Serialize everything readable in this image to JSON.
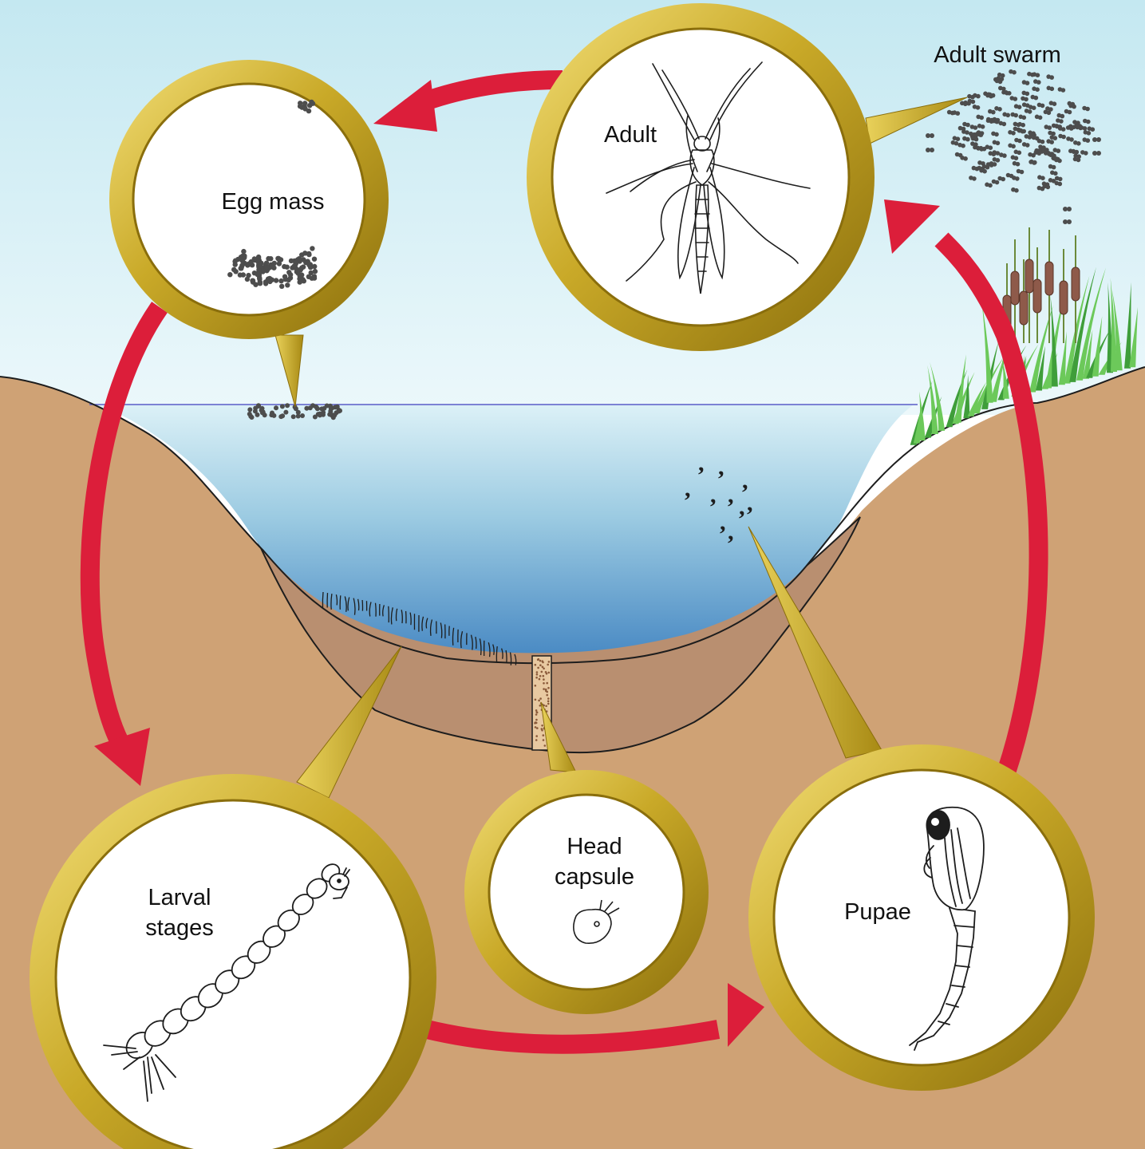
{
  "labels": {
    "adult": "Adult",
    "egg_mass": "Egg mass",
    "adult_swarm": "Adult swarm",
    "larval_stages_1": "Larval",
    "larval_stages_2": "stages",
    "head_capsule_1": "Head",
    "head_capsule_2": "capsule",
    "pupae": "Pupae"
  },
  "colors": {
    "sky_top": "#c6e9f1",
    "sky_bottom": "#eaf7fb",
    "soil": "#cfa275",
    "sediment": "#b98f70",
    "water_top": "#d9f0f7",
    "water_bottom": "#4f8fc6",
    "arrow": "#dc1e3a",
    "ring_gold": "#c9aa28",
    "ring_dark": "#8f7410",
    "ring_light": "#f1dc74",
    "grass": "#5fbf4f",
    "cattail": "#8e5a4a",
    "dots": "#4d4d4d"
  },
  "icons": [
    "adult-midge-icon",
    "egg-mass-icon",
    "larva-icon",
    "head-capsule-icon",
    "pupa-icon",
    "adult-swarm-icon",
    "cattail-icon",
    "grass-icon"
  ]
}
